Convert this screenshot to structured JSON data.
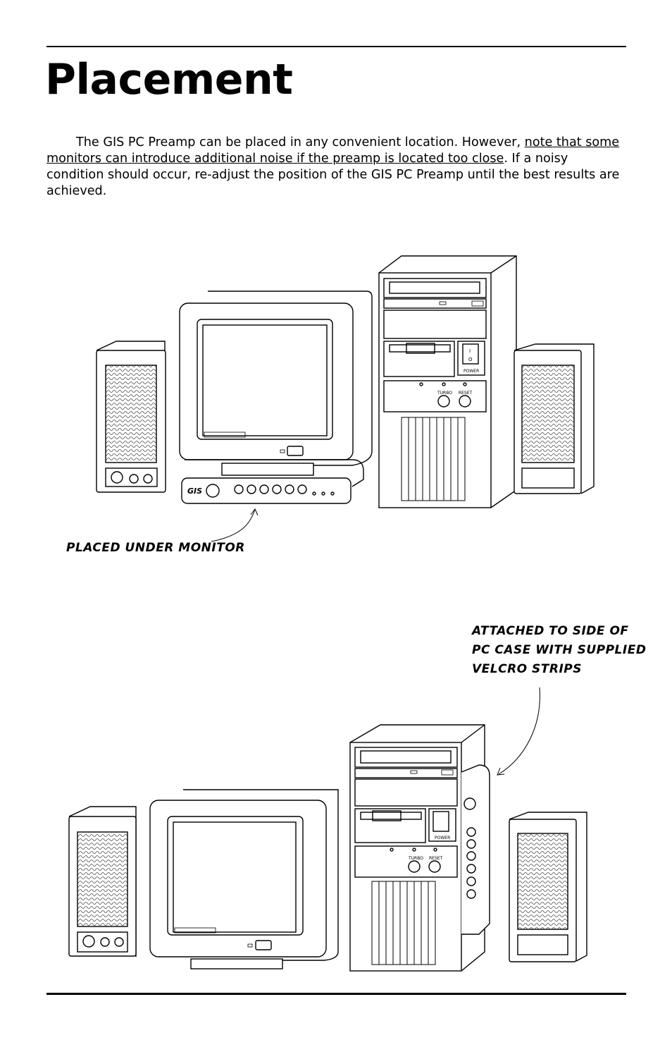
{
  "page": {
    "title": "Placement",
    "paragraph": {
      "part1": "The GIS PC Preamp can be placed in any convenient location. However, ",
      "underlined": "note that some monitors can introduce additional noise if the preamp is located too close",
      "part2": ". If a noisy condition should occur, re-adjust the position of the GIS PC Preamp until the best results are achieved."
    }
  },
  "illustration_top": {
    "caption": "PLACED UNDER MONITOR",
    "labels": {
      "turbo": "TURBO",
      "reset": "RESET",
      "power": "POWER",
      "on": "I",
      "off": "O",
      "preamp_brand": "GIS"
    }
  },
  "illustration_bottom": {
    "caption_lines": [
      "ATTACHED TO SIDE OF",
      "PC CASE WITH SUPPLIED",
      "VELCRO STRIPS"
    ],
    "labels": {
      "turbo": "TURBO",
      "reset": "RESET",
      "power": "POWER"
    }
  }
}
